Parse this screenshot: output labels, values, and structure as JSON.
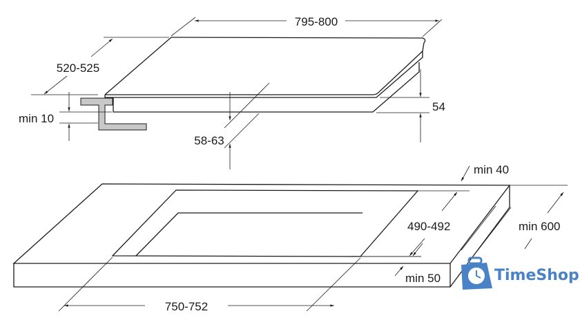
{
  "diagram": {
    "hob": {
      "width_label": "795-800",
      "depth_label": "520-525",
      "height_label": "54",
      "clearance_label": "min 10",
      "worktop_thickness_label": "58-63"
    },
    "cutout": {
      "back_margin_label": "min 40",
      "depth_label": "490-492",
      "worktop_depth_label": "min 600",
      "front_margin_label": "min 50",
      "width_label": "750-752"
    },
    "colors": {
      "line": "#1a1a1a",
      "bracket": "#c8c8c8",
      "watermark": "#4a82c8"
    }
  },
  "watermark": {
    "text": "TimeShop",
    "icon": "clock-bag-icon"
  }
}
